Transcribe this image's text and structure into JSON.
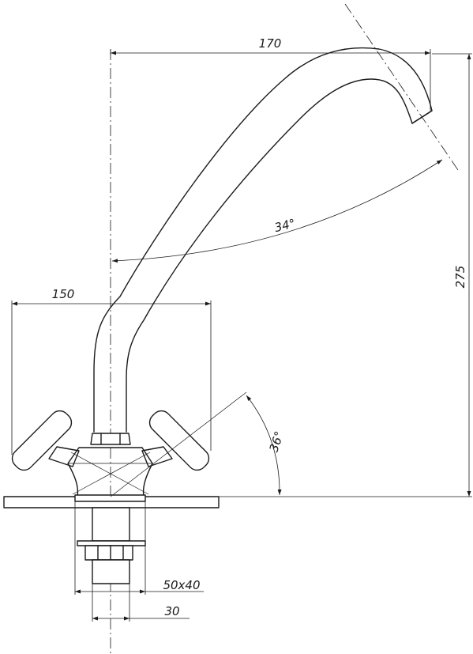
{
  "dimensions": {
    "spout_reach": "170",
    "height": "275",
    "handle_span": "150",
    "spout_angle": "34°",
    "handle_angle": "36°",
    "base_size": "50x40",
    "shank_diameter": "30"
  },
  "colors": {
    "line": "#1a1a1a",
    "background": "#ffffff"
  }
}
